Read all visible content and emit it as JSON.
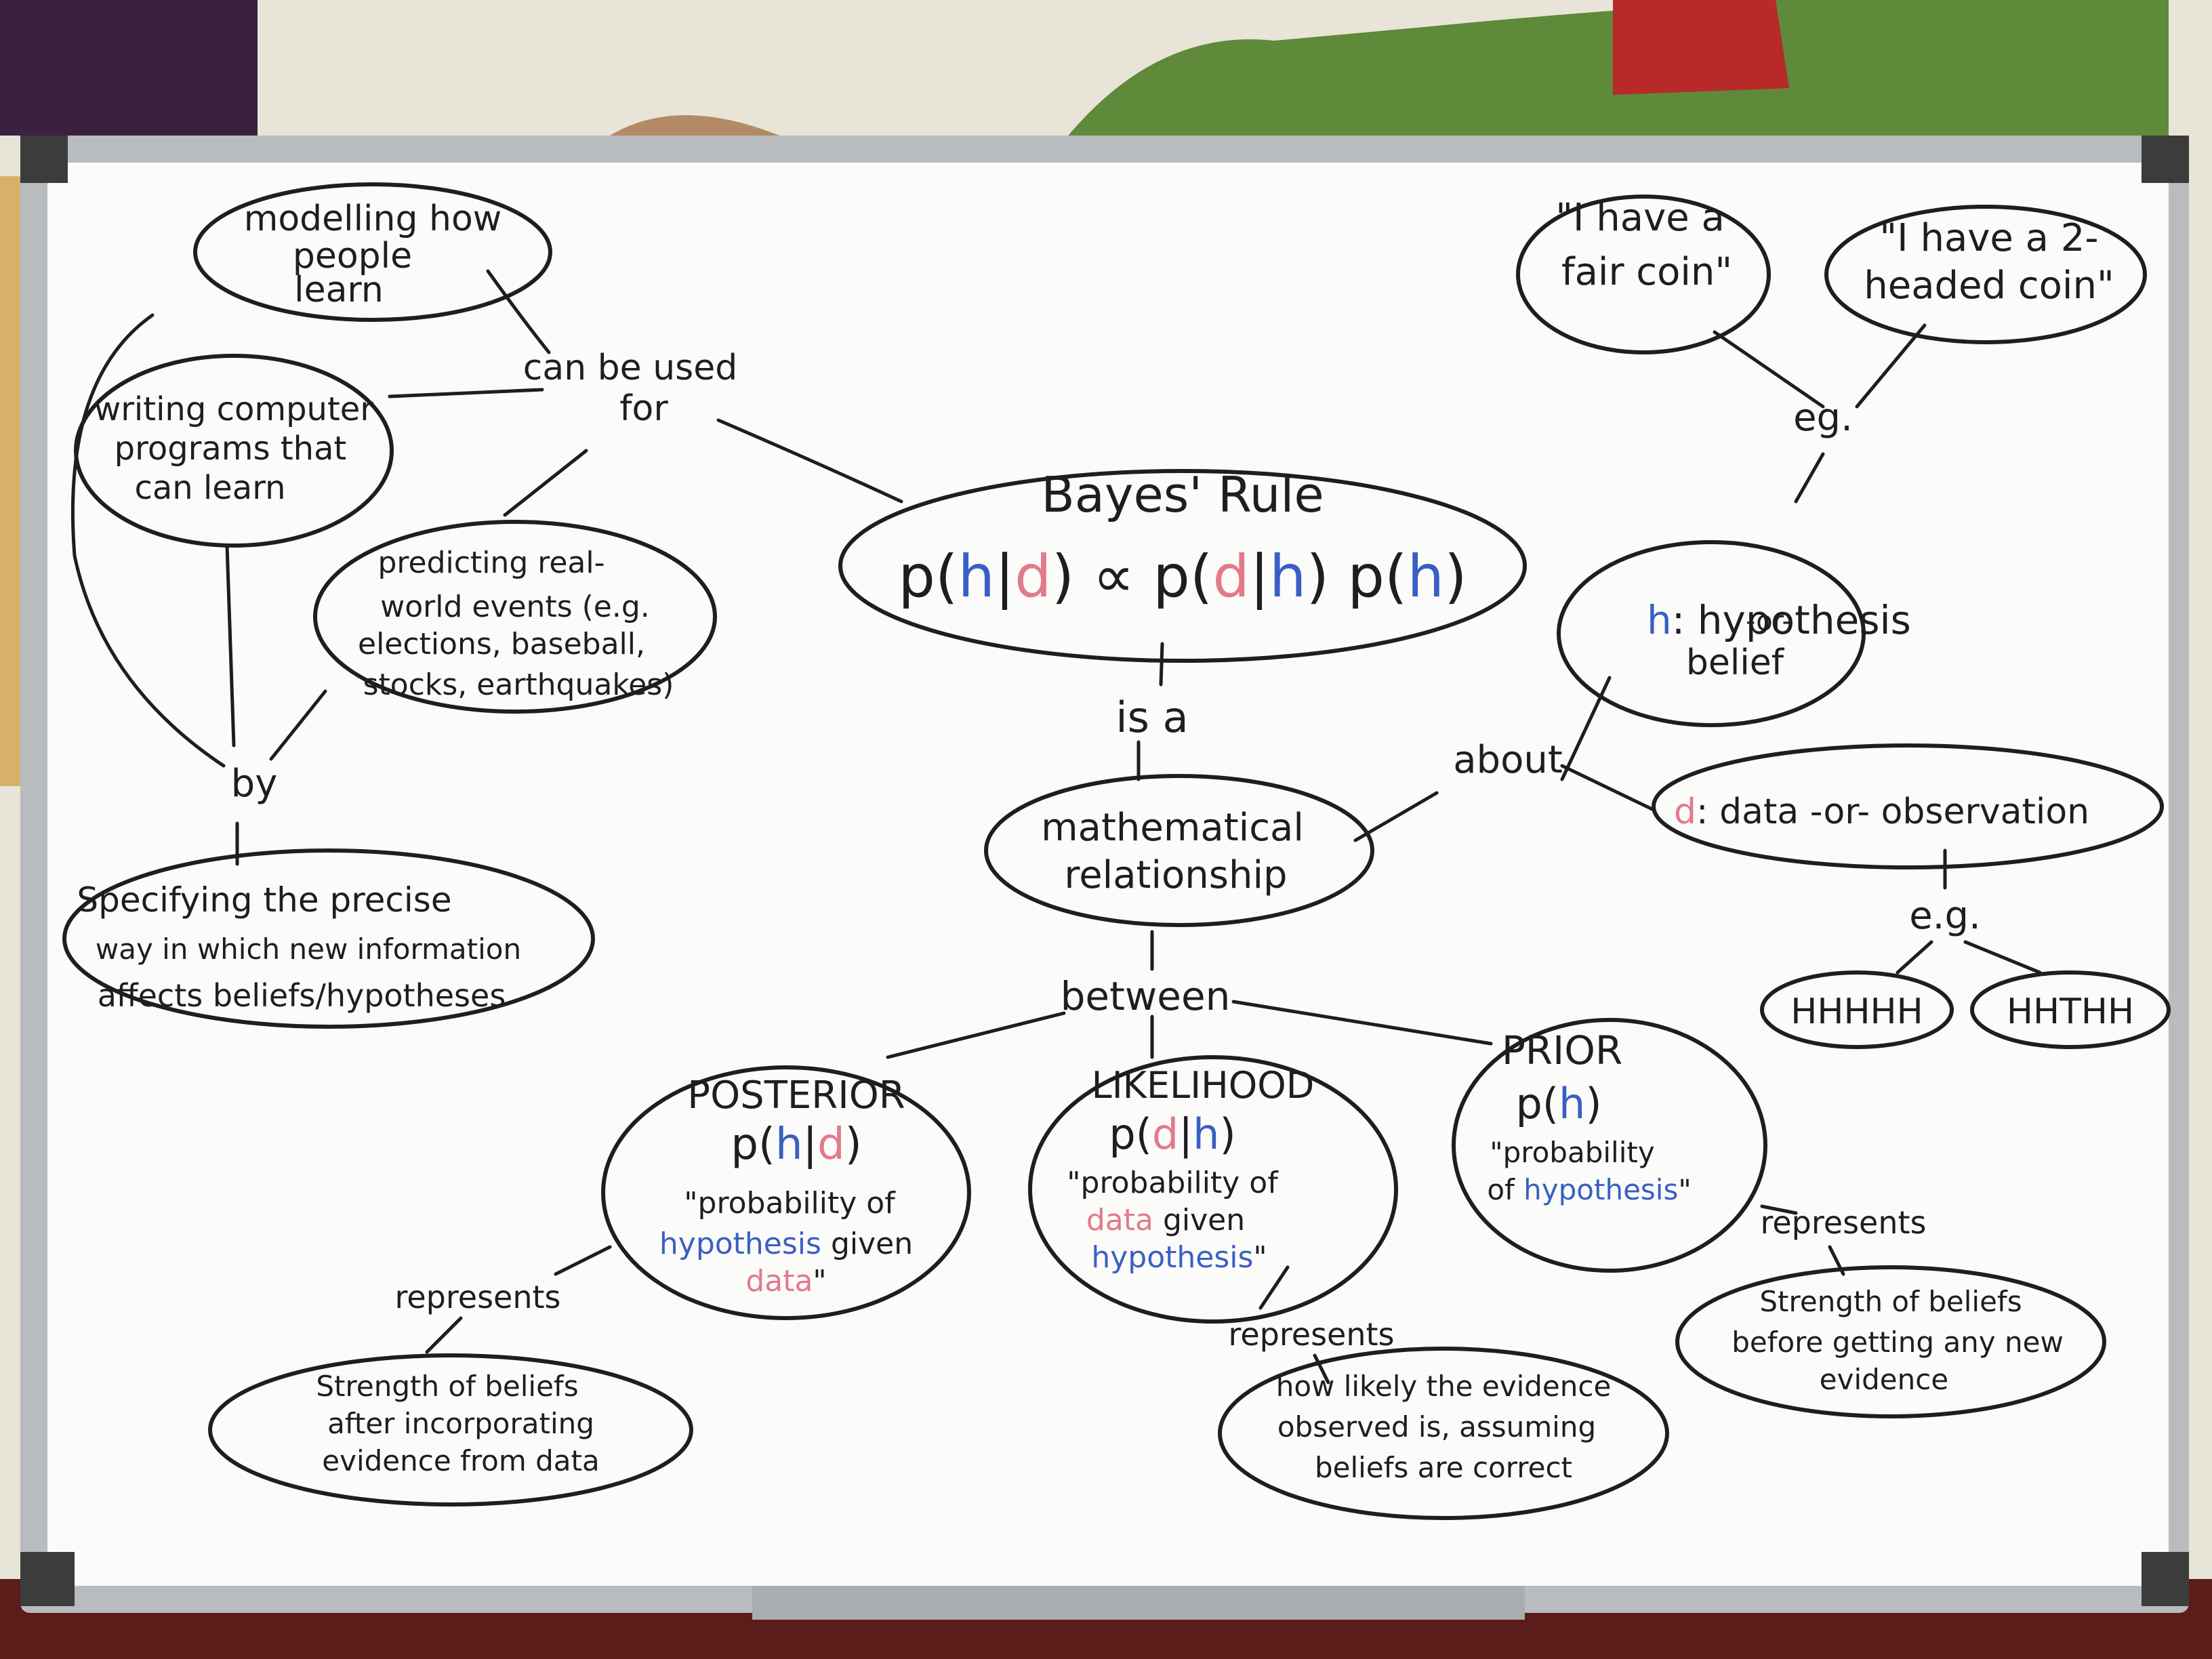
{
  "colors": {
    "wall": "#e8e4d8",
    "board": "#fbfbf9",
    "frame": "#b8bcbf",
    "ink": "#1d1d22",
    "hypothesis_blue": "#3a5fc4",
    "data_pink": "#e27a8a",
    "carpet": "#5a1d1a"
  },
  "bayes": {
    "title": "Bayes' Rule",
    "formula_parts": [
      "p(",
      "h",
      "|",
      "d",
      ") ∝ p(",
      "d",
      "|",
      "h",
      ") p(",
      "h",
      ")"
    ]
  },
  "links": {
    "can_be_used_for_1": "can be used",
    "can_be_used_for_2": "for",
    "by": "by",
    "is_a": "is a",
    "about": "about",
    "eg_top": "eg.",
    "eg_data": "e.g.",
    "between": "between",
    "represents_posterior": "represents",
    "represents_likelihood": "represents",
    "represents_prior": "represents"
  },
  "uses": {
    "modelling": [
      "modelling how",
      "people",
      "learn"
    ],
    "writing": [
      "writing computer",
      "programs that",
      "can learn"
    ],
    "predicting": [
      "predicting real-",
      "world events (e.g.",
      "elections, baseball,",
      "stocks, earthquakes)"
    ],
    "specifying": [
      "Specifying the precise",
      "way in which new information",
      "affects beliefs/hypotheses"
    ]
  },
  "mathematical": [
    "mathematical",
    "relationship"
  ],
  "hypothesis_node": {
    "symbol": "h",
    "lines": [
      ": hypothesis",
      "-or-",
      "belief"
    ]
  },
  "data_node": {
    "symbol": "d",
    "text": ": data -or- observation"
  },
  "coin_examples": [
    "\"I have a",
    "fair coin\"",
    "\"I have a 2-",
    "headed coin\""
  ],
  "data_examples": [
    "HHHHH",
    "HHTHH"
  ],
  "posterior": {
    "title": "POSTERIOR",
    "formula": [
      "p(",
      "h",
      "|",
      "d",
      ")"
    ],
    "quote": [
      "\"probability of",
      "hypothesis",
      "given",
      "data",
      "\""
    ],
    "meaning": [
      "Strength of beliefs",
      "after incorporating",
      "evidence from data"
    ]
  },
  "likelihood": {
    "title": "LIKELIHOOD",
    "formula": [
      "p(",
      "d",
      "|",
      "h",
      ")"
    ],
    "quote": [
      "\"probability of",
      "data",
      "given",
      "hypothesis",
      "\""
    ],
    "meaning": [
      "how likely the evidence",
      "observed is, assuming",
      "beliefs are correct"
    ]
  },
  "prior": {
    "title": "PRIOR",
    "formula": [
      "p(",
      "h",
      ")"
    ],
    "quote": [
      "\"probability",
      "of",
      "hypothesis",
      "\""
    ],
    "meaning": [
      "Strength of beliefs",
      "before getting any new",
      "evidence"
    ]
  }
}
